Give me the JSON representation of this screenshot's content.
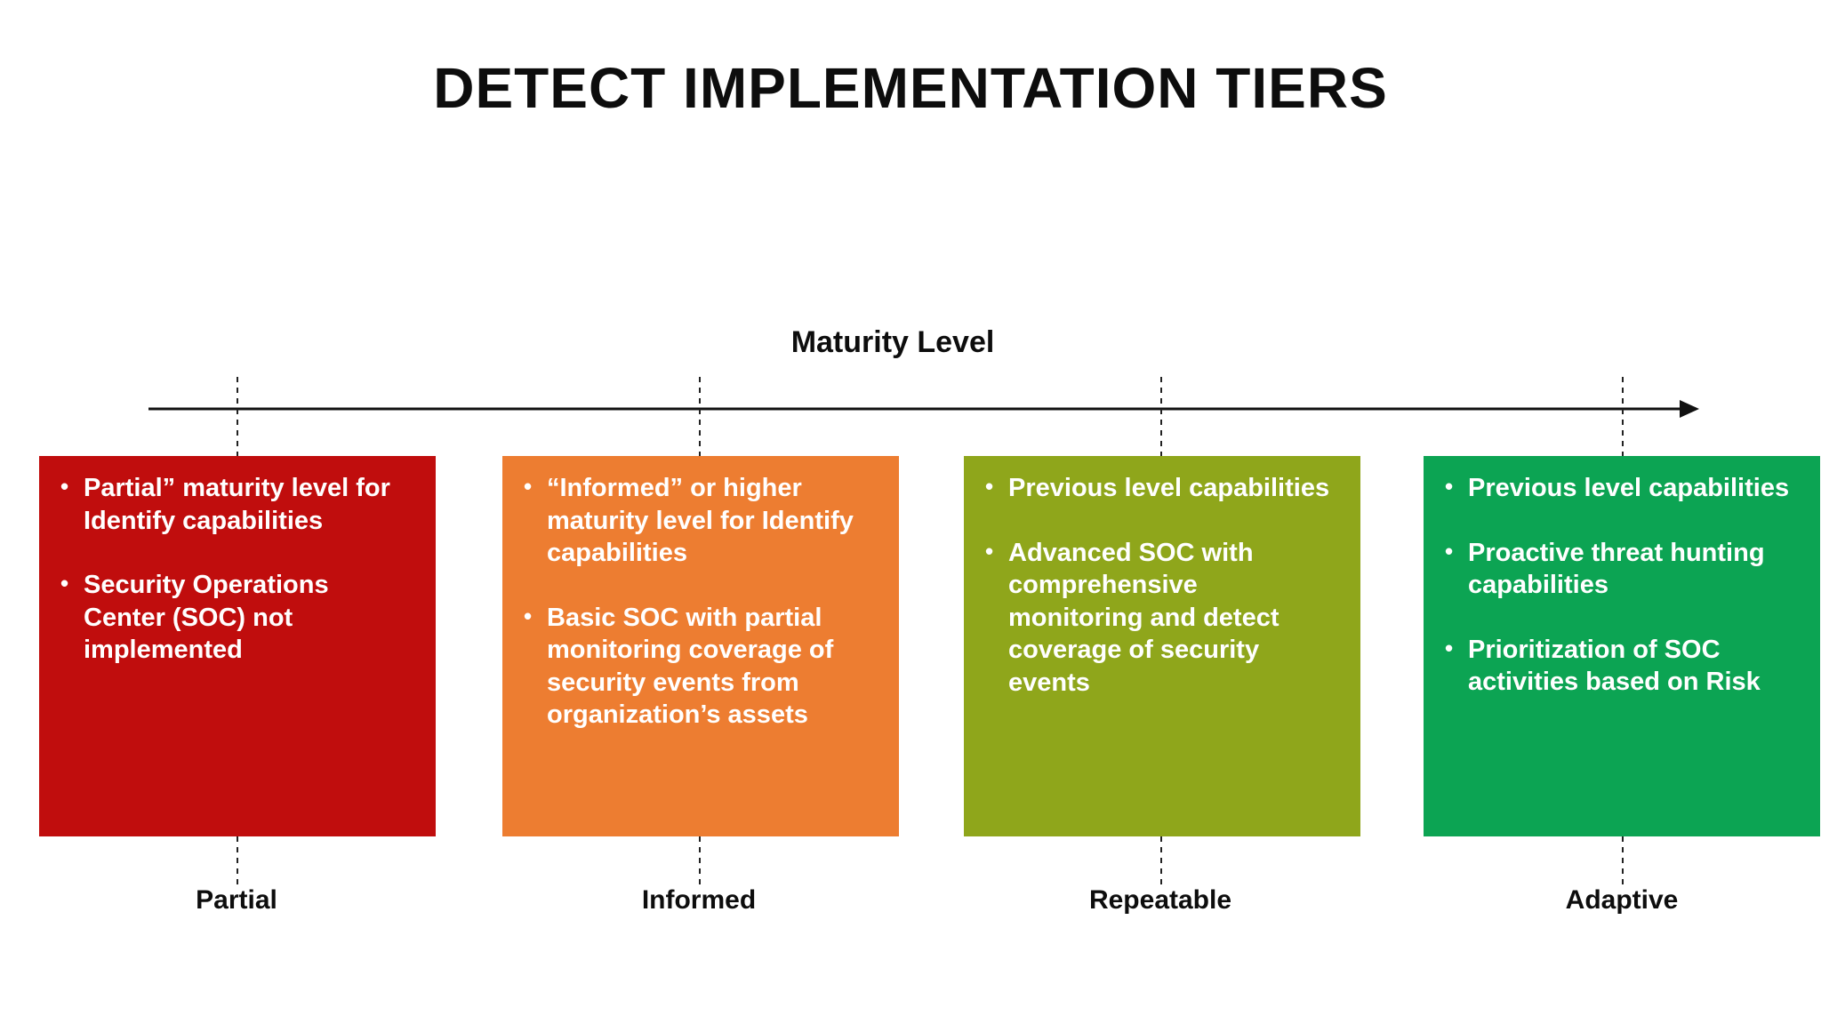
{
  "title": "DETECT IMPLEMENTATION TIERS",
  "axis": {
    "label": "Maturity Level",
    "line_color": "#111111"
  },
  "tiers": [
    {
      "name": "Partial",
      "color": "#C00D0D",
      "bullets": [
        "Partial” maturity level for Identify capabilities",
        "Security Operations Center (SOC) not implemented"
      ]
    },
    {
      "name": "Informed",
      "color": "#ED7D31",
      "bullets": [
        "“Informed” or higher maturity level for Identify capabilities",
        "Basic SOC with partial monitoring coverage of security events from organization’s assets"
      ]
    },
    {
      "name": "Repeatable",
      "color": "#8FA61B",
      "bullets": [
        "Previous level capabilities",
        "Advanced SOC with comprehensive monitoring and detect coverage of security events"
      ]
    },
    {
      "name": "Adaptive",
      "color": "#0CA453",
      "bullets": [
        "Previous level capabilities",
        "Proactive threat hunting capabilities",
        "Prioritization of SOC activities based on Risk"
      ]
    }
  ]
}
